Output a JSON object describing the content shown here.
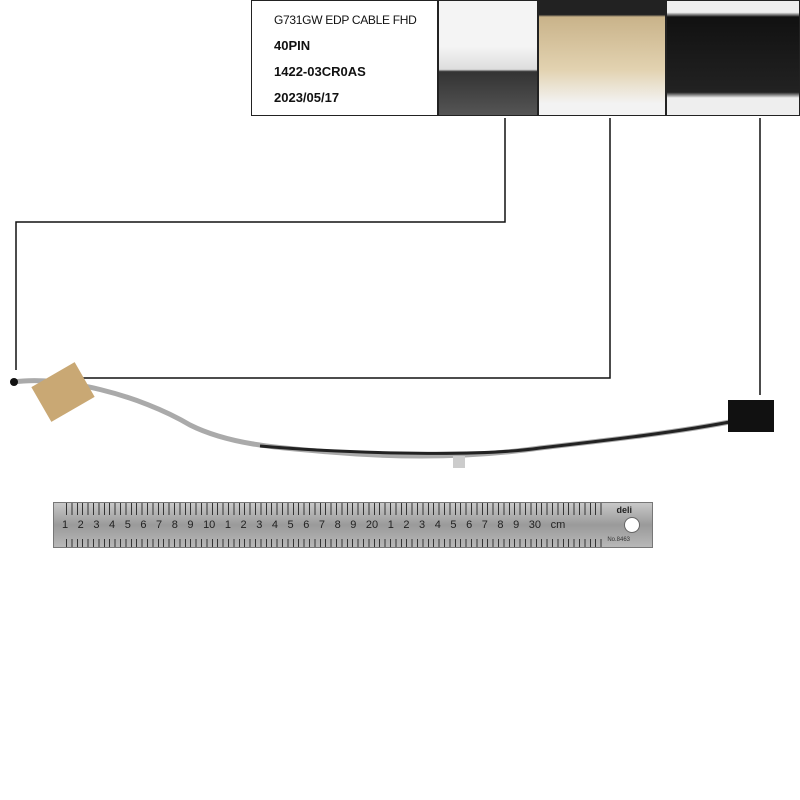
{
  "label": {
    "lines": [
      "G731GW EDP CABLE FHD",
      "40PIN",
      "1422-03CR0AS",
      "2023/05/17"
    ]
  },
  "ruler": {
    "brand": "deli",
    "model": "No.8463",
    "numbers": "1 2 3 4 5 6 7 8 9 10 1 2 3 4 5 6 7 8 9 20 1 2 3 4 5 6 7 8 9 30 cm"
  }
}
